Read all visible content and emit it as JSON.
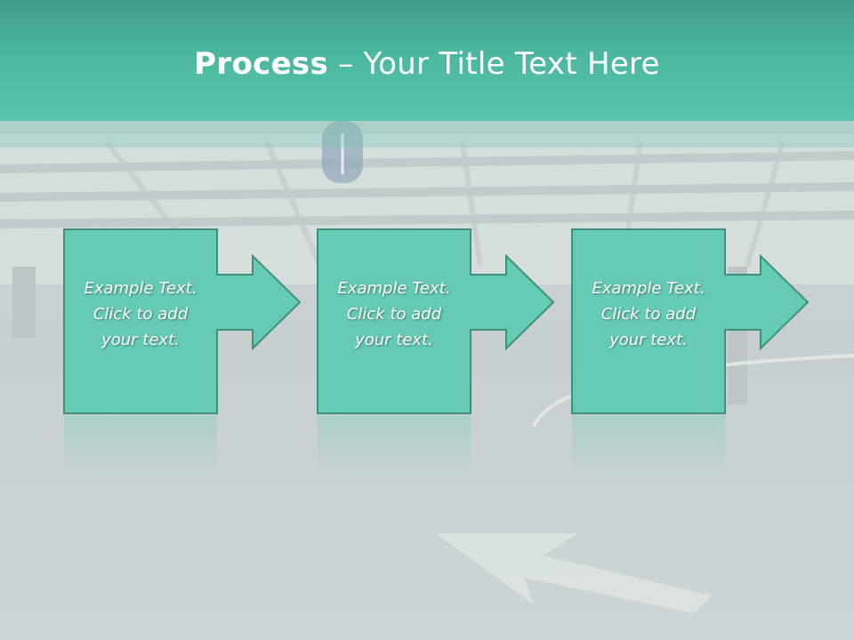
{
  "title": {
    "bold": "Process",
    "rest": " – Your Title Text Here"
  },
  "steps": [
    {
      "text": "Example Text.\nClick  to add\nyour text."
    },
    {
      "text": "Example Text.\nClick  to add\nyour text."
    },
    {
      "text": "Example Text.\nClick  to add\nyour text."
    }
  ],
  "colors": {
    "title_bar": "#4cb7a0",
    "box_fill": "#66cbb4",
    "box_stroke": "#3f8f7e",
    "text": "#ffffff"
  }
}
